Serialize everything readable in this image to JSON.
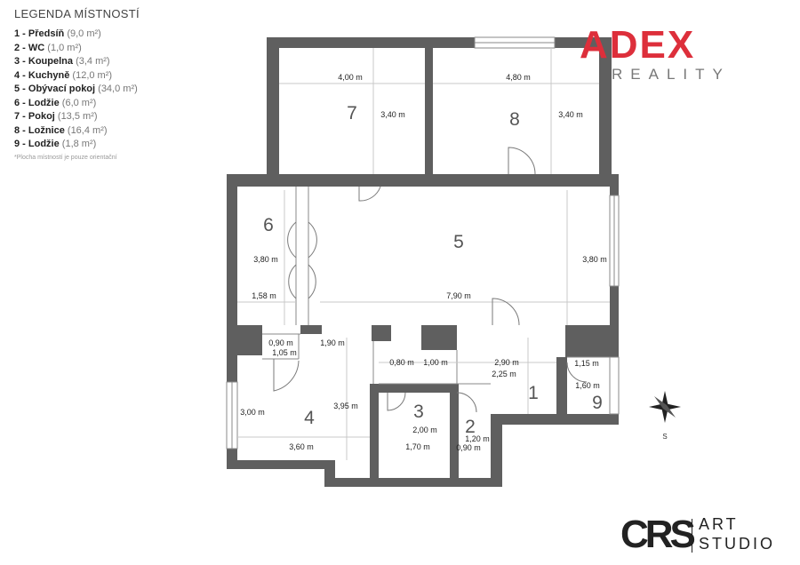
{
  "legend": {
    "title": "LEGENDA MÍSTNOSTÍ",
    "items": [
      {
        "label": "1 - Předsíň",
        "area": "(9,0 m²)"
      },
      {
        "label": "2 - WC",
        "area": "(1,0 m²)"
      },
      {
        "label": "3 - Koupelna",
        "area": "(3,4 m²)"
      },
      {
        "label": "4 - Kuchyně",
        "area": "(12,0 m²)"
      },
      {
        "label": "5 - Obývací pokoj",
        "area": "(34,0 m²)"
      },
      {
        "label": "6 - Lodžie",
        "area": "(6,0 m²)"
      },
      {
        "label": "7 - Pokoj",
        "area": "(13,5 m²)"
      },
      {
        "label": "8 - Ložnice",
        "area": "(16,4 m²)"
      },
      {
        "label": "9 - Lodžie",
        "area": "(1,8 m²)"
      }
    ],
    "note": "*Plocha místností je pouze orientační"
  },
  "rooms": {
    "r1": {
      "number": "1",
      "dims": [
        "2,90 m",
        "2,25 m"
      ]
    },
    "r2": {
      "number": "2",
      "dims": [
        "1,20 m",
        "0,90 m"
      ]
    },
    "r3": {
      "number": "3",
      "dims": [
        "2,00 m",
        "1,70 m"
      ]
    },
    "r4": {
      "number": "4",
      "dims": [
        "3,00 m",
        "3,95 m",
        "3,60 m",
        "1,90 m"
      ]
    },
    "r5": {
      "number": "5",
      "dims": [
        "3,80 m",
        "7,90 m"
      ]
    },
    "r6": {
      "number": "6",
      "dims": [
        "3,80 m",
        "1,58 m"
      ]
    },
    "r7": {
      "number": "7",
      "dims": [
        "4,00 m",
        "3,40 m"
      ]
    },
    "r8": {
      "number": "8",
      "dims": [
        "4,80 m",
        "3,40 m"
      ]
    },
    "r9": {
      "number": "9",
      "dims": [
        "1,15 m",
        "1,60 m"
      ]
    }
  },
  "misc_dims": {
    "corridor_a": "0,90 m",
    "corridor_b": "1,05 m",
    "hall_a": "0,80 m",
    "hall_b": "1,00 m"
  },
  "brand": {
    "name": "ADEX",
    "sub": "REALITY",
    "accent": "#dd2f3b"
  },
  "studio": {
    "mark": "CRS",
    "line1": "ART",
    "line2": "STUDIO"
  },
  "compass": {
    "icon": "compass-icon",
    "label": "S"
  }
}
